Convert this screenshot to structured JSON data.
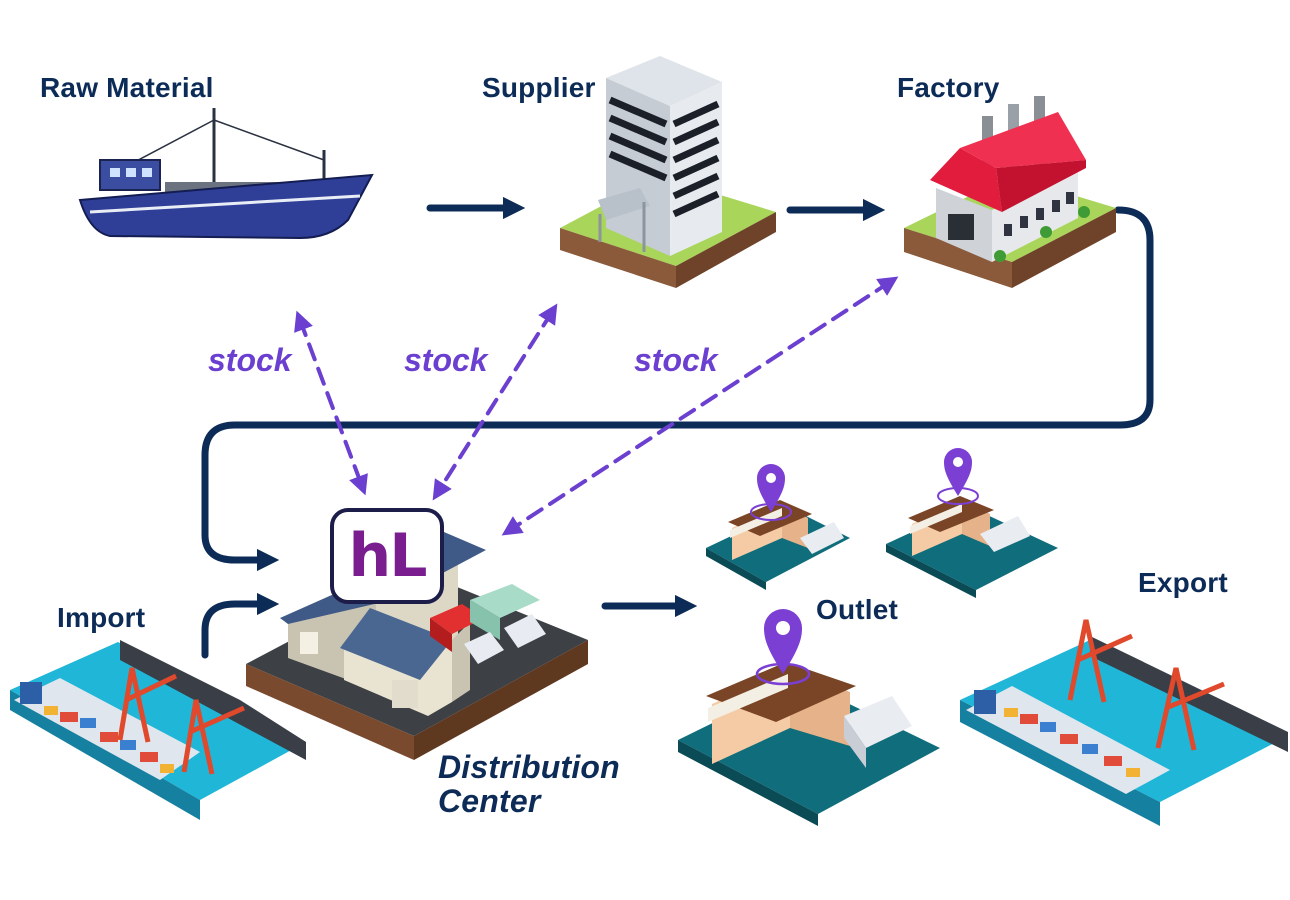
{
  "labels": {
    "raw_material": "Raw Material",
    "supplier": "Supplier",
    "factory": "Factory",
    "import": "Import",
    "outlet": "Outlet",
    "export": "Export",
    "distribution_center_line1": "Distribution",
    "distribution_center_line2": "Center"
  },
  "stock_labels": [
    "stock",
    "stock",
    "stock"
  ],
  "logo_text": "hL",
  "colors": {
    "flow_arrow": "#0d2b57",
    "stock_arrow": "#6b3fd0",
    "label_text": "#0d2b57",
    "logo_text": "#7a1e8f",
    "location_pin": "#7b3fd4"
  },
  "icons": [
    "fishing-boat-icon",
    "supplier-building-icon",
    "factory-icon",
    "distribution-warehouse-icon",
    "outlet-store-icon",
    "cargo-port-icon",
    "location-pin-icon"
  ]
}
